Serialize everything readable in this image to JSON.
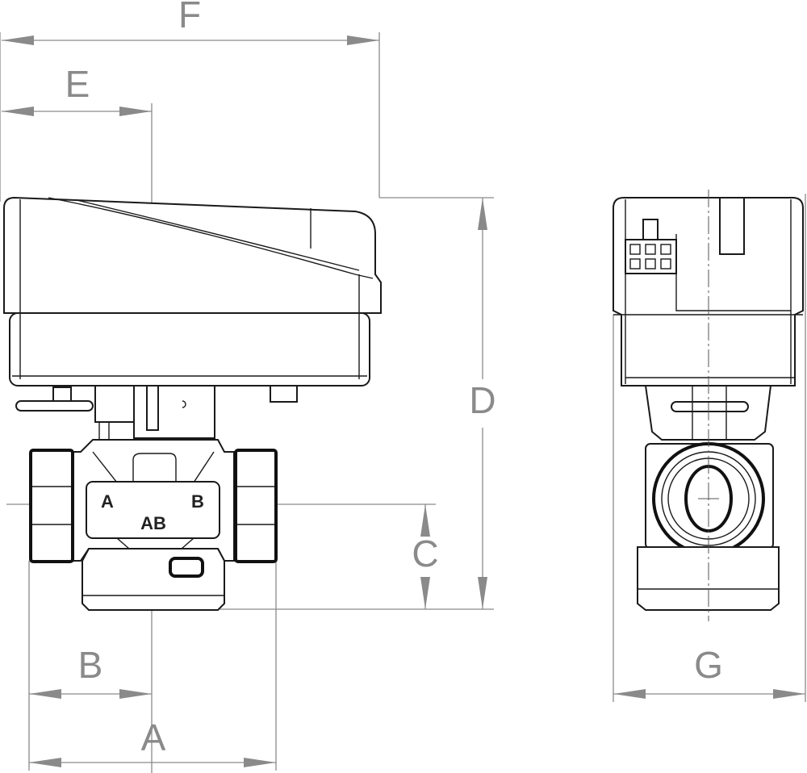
{
  "dimensions": {
    "A": "A",
    "B": "B",
    "C": "C",
    "D": "D",
    "E": "E",
    "F": "F",
    "G": "G"
  },
  "port_labels": {
    "a": "A",
    "b": "B",
    "ab": "AB"
  },
  "colors": {
    "dimension": "#8a8a8a",
    "outline": "#1a1a1a"
  }
}
